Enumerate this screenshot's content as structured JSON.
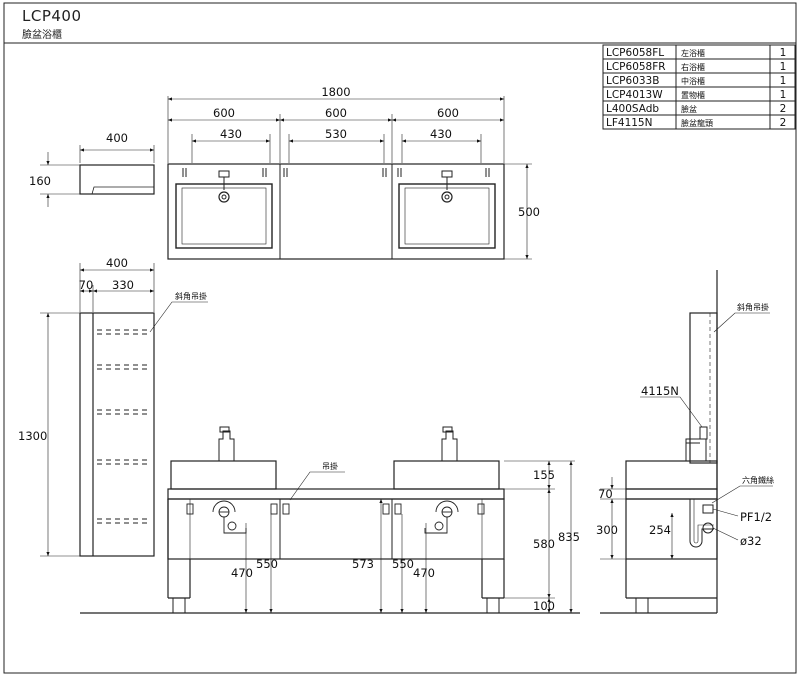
{
  "header": {
    "title": "LCP400",
    "subtitle": "臉盆浴櫃"
  },
  "parts_list": [
    {
      "code": "LCP6058FL",
      "name": "左浴櫃",
      "qty": "1"
    },
    {
      "code": "LCP6058FR",
      "name": "右浴櫃",
      "qty": "1"
    },
    {
      "code": "LCP6033B",
      "name": "中浴櫃",
      "qty": "1"
    },
    {
      "code": "LCP4013W",
      "name": "置物櫃",
      "qty": "1"
    },
    {
      "code": "L400SAdb",
      "name": "臉盆",
      "qty": "2"
    },
    {
      "code": "LF4115N",
      "name": "臉盆龍頭",
      "qty": "2"
    }
  ],
  "top_view": {
    "overall_width": "1800",
    "module_widths": [
      "600",
      "600",
      "600"
    ],
    "inner_widths": [
      "430",
      "530",
      "430"
    ],
    "depth": "500"
  },
  "side_box": {
    "width": "400",
    "height": "160"
  },
  "tall_cabinet": {
    "width": "400",
    "part_widths": [
      "70",
      "330"
    ],
    "height": "1300",
    "hanger_label": "斜角吊掛"
  },
  "front_view": {
    "hanger_label": "吊掛",
    "basin_height": "155",
    "cabinet_height": "580",
    "total_height": "835",
    "leg_height": "100",
    "dims": [
      "470",
      "550",
      "573",
      "550",
      "470"
    ]
  },
  "side_view": {
    "hanger_label": "斜角吊掛",
    "faucet_label": "4115N",
    "valve_label": "六角鐵絲",
    "pipe_thread": "PF1/2",
    "drain_diameter": "ø32",
    "dims": [
      "70",
      "300",
      "254"
    ]
  }
}
